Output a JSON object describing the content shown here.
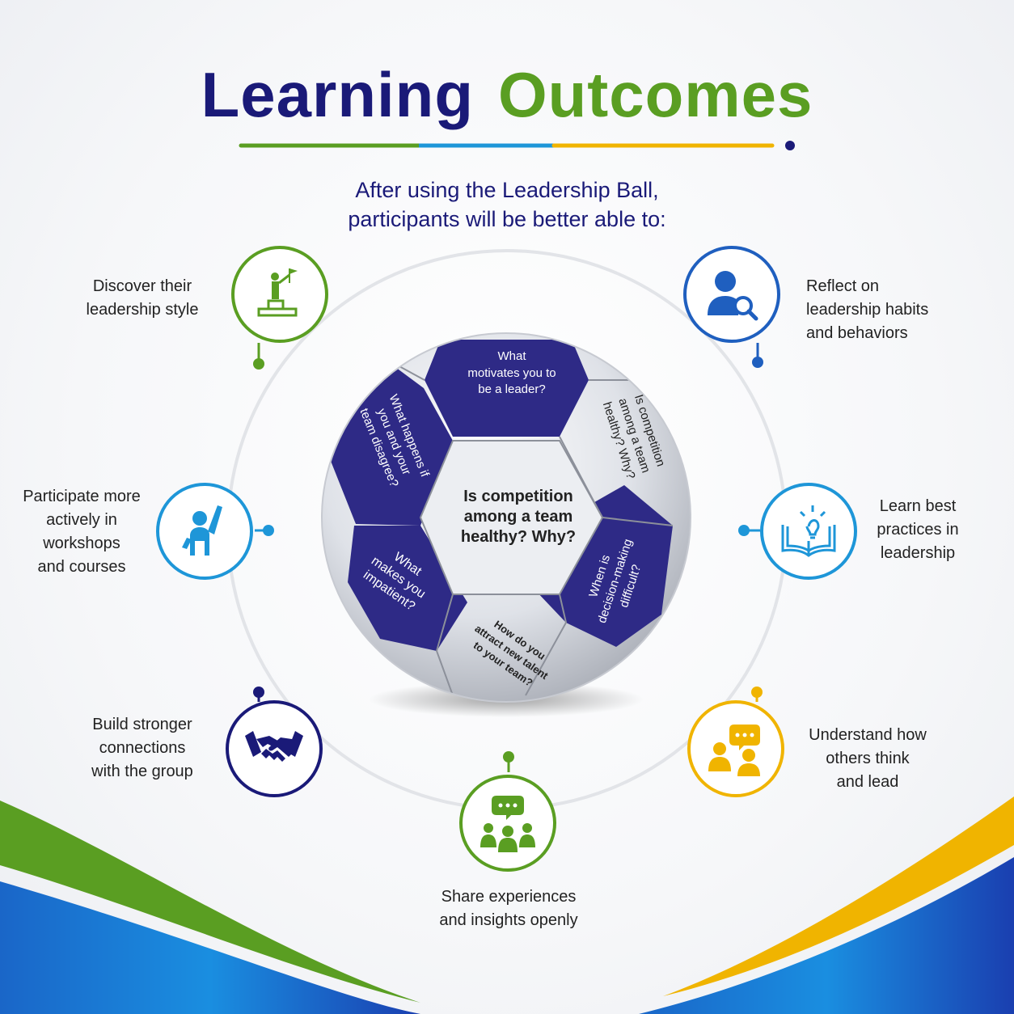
{
  "header": {
    "title_word1": "Learning",
    "title_word2": "Outcomes"
  },
  "intro": {
    "line1": "After using the Leadership Ball,",
    "line2": "participants will be better able to:"
  },
  "colors": {
    "navy": "#1a1a78",
    "green": "#5a9e22",
    "sky": "#1e96d8",
    "blue": "#1f5fbf",
    "gold": "#f0b400"
  },
  "outcomes": [
    {
      "icon": "podium-leader-icon",
      "line1": "Discover their",
      "line2": "leadership style"
    },
    {
      "icon": "person-search-icon",
      "line1": "Reflect on",
      "line2": "leadership habits",
      "line3": "and behaviors"
    },
    {
      "icon": "raised-hand-icon",
      "line1": "Participate more",
      "line2": "actively in",
      "line3": "workshops",
      "line4": "and courses"
    },
    {
      "icon": "book-lightbulb-icon",
      "line1": "Learn best",
      "line2": "practices in",
      "line3": "leadership"
    },
    {
      "icon": "handshake-icon",
      "line1": "Build stronger",
      "line2": "connections",
      "line3": "with the group"
    },
    {
      "icon": "people-chat-icon",
      "line1": "Understand how",
      "line2": "others think",
      "line3": "and lead"
    },
    {
      "icon": "group-chat-icon",
      "line1": "Share experiences",
      "line2": "and insights openly"
    }
  ],
  "ball": {
    "center_panel": [
      "Is competition",
      "among a team",
      "healthy? Why?"
    ],
    "top_panel": [
      "What",
      "motivates you to",
      "be a leader?"
    ],
    "upper_left_panel": [
      "What happens if",
      "you and your",
      "team disagree?"
    ],
    "upper_right_panel": [
      "Is competition",
      "among a team",
      "healthy? Why?"
    ],
    "lower_left_panel": [
      "What",
      "makes you",
      "impatient?"
    ],
    "lower_right_panel": [
      "When is",
      "decision-making",
      "difficult?"
    ],
    "bottom_panel": [
      "How do you",
      "attract new talent",
      "to your team?"
    ]
  }
}
